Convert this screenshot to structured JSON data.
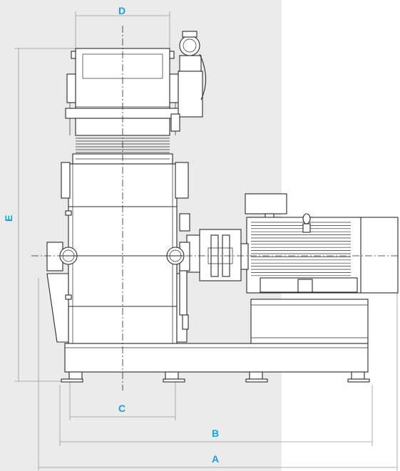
{
  "dimensions": {
    "A": "A",
    "B": "B",
    "C": "C",
    "D": "D",
    "E": "E"
  },
  "colors": {
    "label": "#1aa0d8",
    "line": "#2b2b2b",
    "background_panel": "#ebebeb"
  }
}
